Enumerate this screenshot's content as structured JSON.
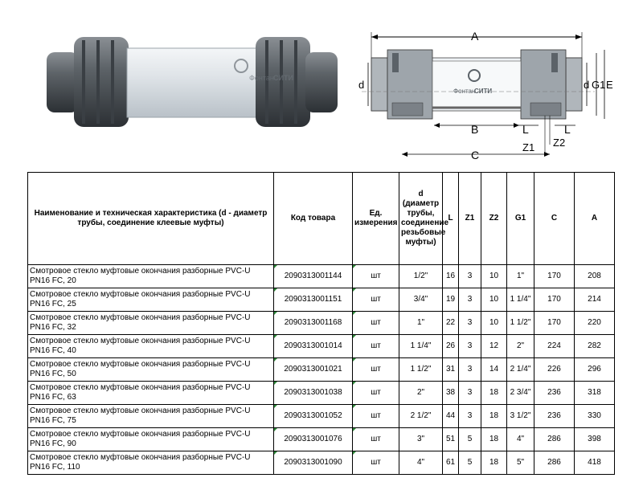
{
  "photo": {
    "logo_text_a": "Фонтан",
    "logo_text_b": "СИТИ"
  },
  "drawing": {
    "labels": {
      "A": "A",
      "B": "B",
      "C": "C",
      "d_left": "d",
      "d_right": "d",
      "G1": "G1",
      "E": "E",
      "L1": "L",
      "L2": "L",
      "Z1": "Z1",
      "Z2": "Z2"
    },
    "logo_text_a": "Фонтан",
    "logo_text_b": "СИТИ"
  },
  "table": {
    "headers": {
      "name": "Наименование и техническая характеристика (d - диаметр трубы, соединение клеевые муфты)",
      "code": "Код товара",
      "unit": "Ед. измерения",
      "d": "d (диаметр трубы, соединение резьбовые муфты)",
      "L": "L",
      "Z1": "Z1",
      "Z2": "Z2",
      "G1": "G1",
      "C": "C",
      "A": "A"
    },
    "rows": [
      {
        "name": "Смотровое стекло муфтовые окончания разборные PVC-U PN16 FC, 20",
        "code": "2090313001144",
        "unit": "шт",
        "d": "1/2\"",
        "L": "16",
        "Z1": "3",
        "Z2": "10",
        "G1": "1\"",
        "C": "170",
        "A": "208"
      },
      {
        "name": "Смотровое стекло муфтовые окончания разборные PVC-U PN16 FC, 25",
        "code": "2090313001151",
        "unit": "шт",
        "d": "3/4\"",
        "L": "19",
        "Z1": "3",
        "Z2": "10",
        "G1": "1 1/4\"",
        "C": "170",
        "A": "214"
      },
      {
        "name": "Смотровое стекло муфтовые окончания разборные PVC-U PN16 FC, 32",
        "code": "2090313001168",
        "unit": "шт",
        "d": "1\"",
        "L": "22",
        "Z1": "3",
        "Z2": "10",
        "G1": "1 1/2\"",
        "C": "170",
        "A": "220"
      },
      {
        "name": "Смотровое стекло муфтовые окончания разборные PVC-U PN16 FC, 40",
        "code": "2090313001014",
        "unit": "шт",
        "d": "1 1/4\"",
        "L": "26",
        "Z1": "3",
        "Z2": "12",
        "G1": "2\"",
        "C": "224",
        "A": "282"
      },
      {
        "name": "Смотровое стекло муфтовые окончания разборные PVC-U PN16 FC, 50",
        "code": "2090313001021",
        "unit": "шт",
        "d": "1 1/2\"",
        "L": "31",
        "Z1": "3",
        "Z2": "14",
        "G1": "2 1/4\"",
        "C": "226",
        "A": "296"
      },
      {
        "name": "Смотровое стекло муфтовые окончания разборные PVC-U PN16 FC, 63",
        "code": "2090313001038",
        "unit": "шт",
        "d": "2\"",
        "L": "38",
        "Z1": "3",
        "Z2": "18",
        "G1": "2 3/4\"",
        "C": "236",
        "A": "318"
      },
      {
        "name": "Смотровое стекло муфтовые окончания разборные PVC-U PN16 FC, 75",
        "code": "2090313001052",
        "unit": "шт",
        "d": "2 1/2\"",
        "L": "44",
        "Z1": "3",
        "Z2": "18",
        "G1": "3 1/2\"",
        "C": "236",
        "A": "330"
      },
      {
        "name": "Смотровое стекло муфтовые окончания разборные PVC-U PN16 FC, 90",
        "code": "2090313001076",
        "unit": "шт",
        "d": "3\"",
        "L": "51",
        "Z1": "5",
        "Z2": "18",
        "G1": "4\"",
        "C": "286",
        "A": "398"
      },
      {
        "name": "Смотровое стекло муфтовые окончания разборные PVC-U PN16 FC, 110",
        "code": "2090313001090",
        "unit": "шт",
        "d": "4\"",
        "L": "61",
        "Z1": "5",
        "Z2": "18",
        "G1": "5\"",
        "C": "286",
        "A": "418"
      }
    ]
  }
}
